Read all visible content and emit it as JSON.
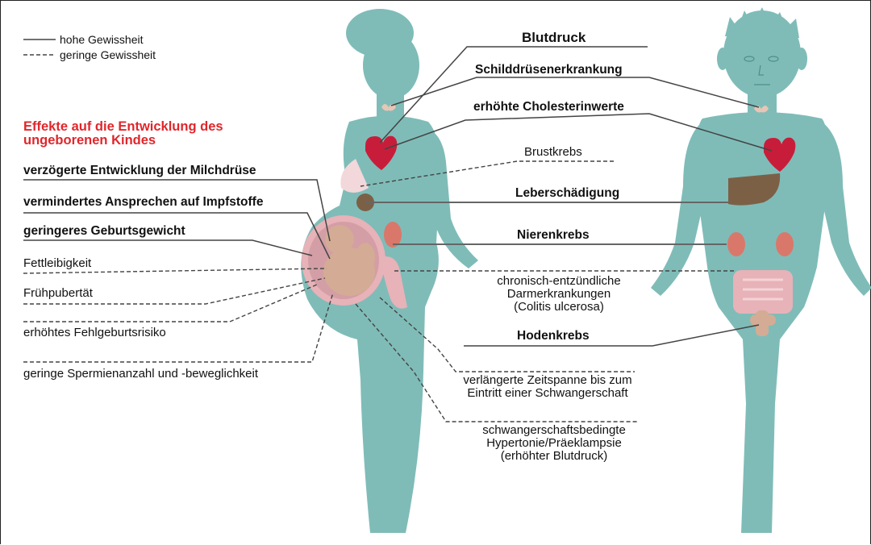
{
  "legend": {
    "solid": "hohe Gewissheit",
    "dashed": "geringe Gewissheit"
  },
  "heading": [
    "Effekte auf die Entwicklung des",
    "ungeborenen Kindes"
  ],
  "left_labels": {
    "milchdruese": "verzögerte Entwicklung der Milchdrüse",
    "impfstoffe": "vermindertes Ansprechen auf Impfstoffe",
    "geburtsgewicht": "geringeres Geburtsgewicht",
    "fettleibigkeit": "Fettleibigkeit",
    "fruehpubertaet": "Frühpubertät",
    "fehlgeburt": "erhöhtes Fehlgeburtsrisiko",
    "spermien": "geringe Spermienanzahl und -beweglichkeit"
  },
  "right_labels": {
    "blutdruck": "Blutdruck",
    "schilddruese": "Schilddrüsenerkrankung",
    "cholesterin": "erhöhte Cholesterinwerte",
    "brustkrebs": "Brustkrebs",
    "leber": "Leberschädigung",
    "nierenkrebs": "Nierenkrebs",
    "colitis": [
      "chronisch-entzündliche",
      "Darmerkrankungen",
      "(Colitis ulcerosa)"
    ],
    "hodenkrebs": "Hodenkrebs",
    "zeitspanne": [
      "verlängerte Zeitspanne bis zum",
      "Eintritt einer Schwangerschaft"
    ],
    "praeeklampsie": [
      "schwangerschaftsbedingte",
      "Hypertonie/Präeklampsie",
      "(erhöhter Blutdruck)"
    ]
  },
  "colors": {
    "body": "#7fbcb8",
    "heart": "#c81d3a",
    "liver": "#7c6046",
    "kidney": "#d9786a",
    "organ_pink": "#e7b2b8",
    "fetus": "#d4ab94",
    "heading_red": "#e0262b"
  }
}
